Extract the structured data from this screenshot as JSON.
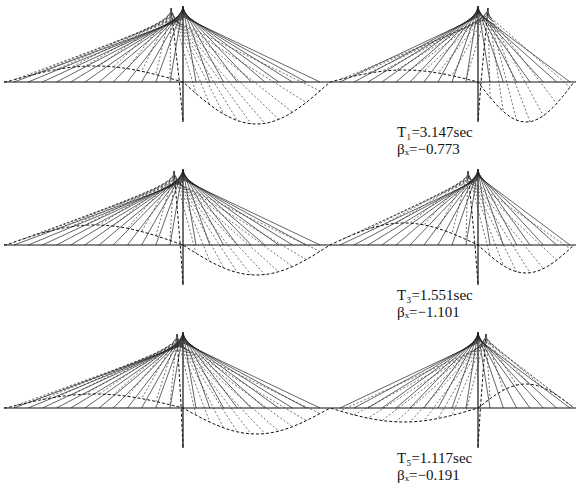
{
  "diagram": {
    "labels": [
      "T₁=3.147sec",
      "βₓ=−0.773",
      "T₃=1.551sec",
      "βₓ=−1.101",
      "T₅=1.117sec",
      "βₓ=−0.191"
    ]
  }
}
